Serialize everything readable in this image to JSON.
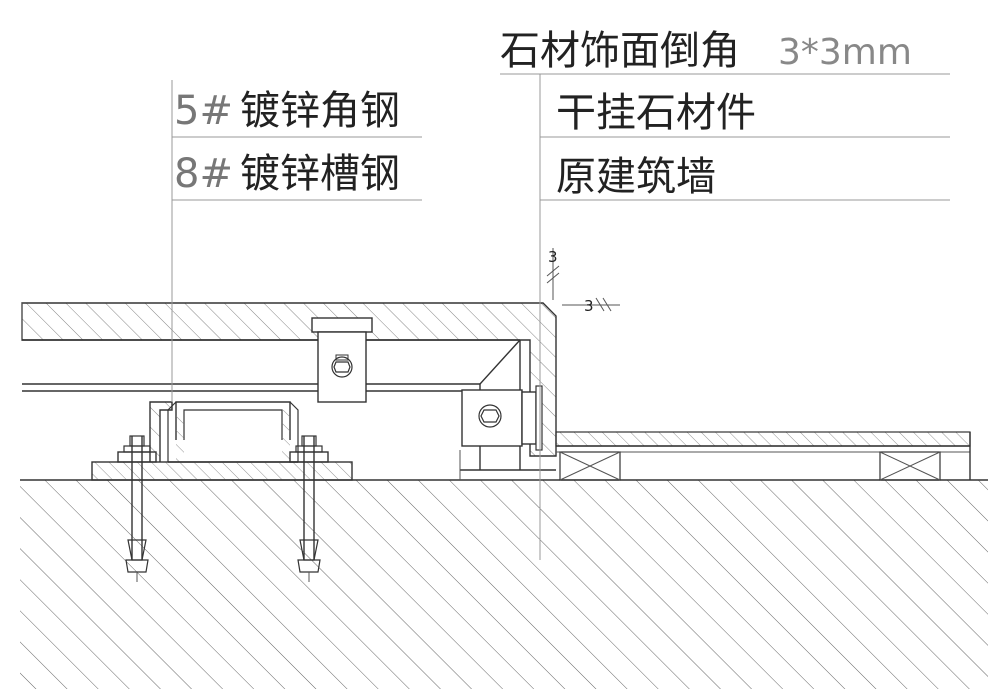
{
  "labels": {
    "stone_chamfer": "石材饰面倒角",
    "stone_chamfer_dim": "3*3mm",
    "angle_steel_code": "5#",
    "angle_steel": "镀锌角钢",
    "channel_steel_code": "8#",
    "channel_steel": "镀锌槽钢",
    "stone_hanger": "干挂石材件",
    "original_wall": "原建筑墙"
  },
  "dimensions": {
    "chamfer_vertical": "3",
    "chamfer_horizontal": "3"
  },
  "colors": {
    "line": "#333333",
    "leader": "#999999",
    "hatch": "#555555",
    "background": "#ffffff"
  }
}
